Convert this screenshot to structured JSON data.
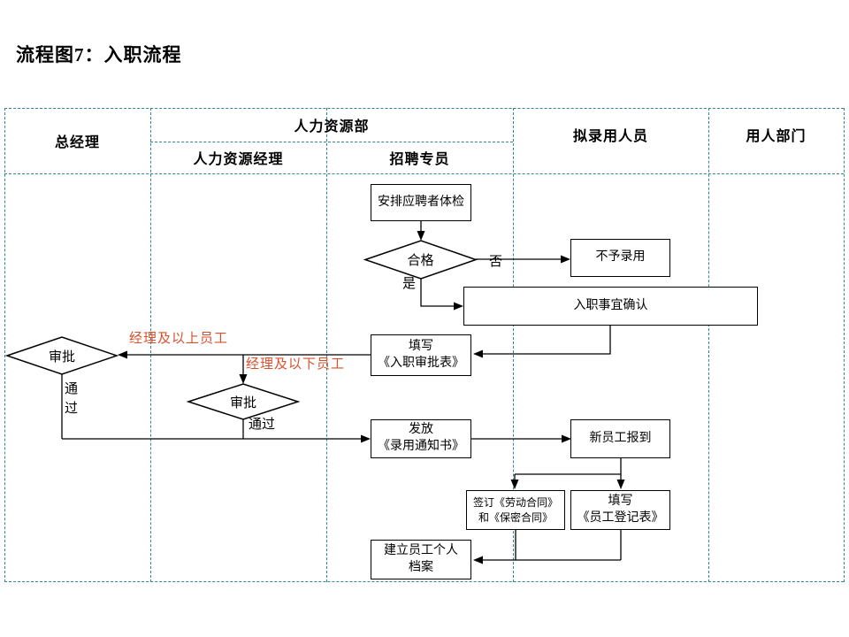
{
  "title": "流程图7：入职流程",
  "colors": {
    "lane_border": "#31849B",
    "branch_label": "#D9502E",
    "line": "#000000"
  },
  "lanes": {
    "general_manager": "总经理",
    "hr_department": "人力资源部",
    "hr_manager": "人力资源经理",
    "recruiter": "招聘专员",
    "candidate": "拟录用人员",
    "hiring_department": "用人部门"
  },
  "nodes": {
    "physical_exam": "安排应聘者体检",
    "qualified": "合格",
    "not_hired": "不予录用",
    "onboarding_confirm": "入职事宜确认",
    "fill_approval_form": "填写\n《入职审批表》",
    "approve_gm": "审批",
    "approve_hr": "审批",
    "issue_offer": "发放\n《录用通知书》",
    "new_employee_report": "新员工报到",
    "sign_contracts": "签订《劳动合同》\n和《保密合同》",
    "fill_registration_form": "填写\n《员工登记表》",
    "create_personal_file": "建立员工个人\n档案"
  },
  "labels": {
    "no": "否",
    "yes": "是",
    "pass_gm": "通过",
    "pass_hr": "通过",
    "manager_and_above": "经理及以上员工",
    "manager_and_below": "经理及以下员工"
  }
}
